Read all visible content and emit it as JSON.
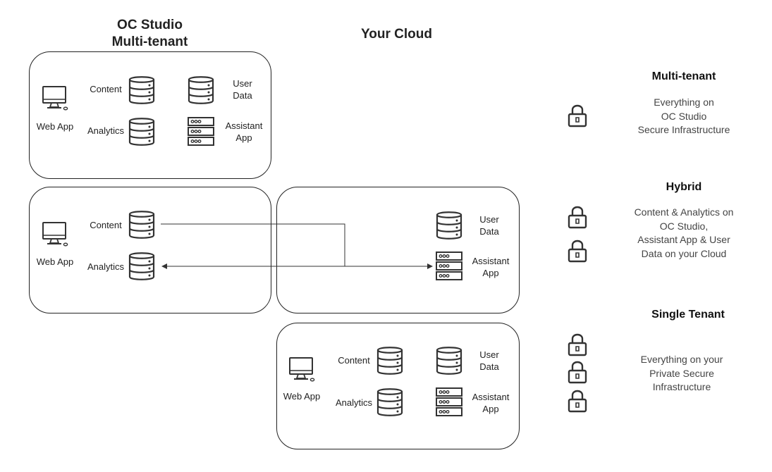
{
  "columns": {
    "oc_studio": [
      "OC Studio",
      "Multi-tenant"
    ],
    "your_cloud": "Your Cloud"
  },
  "labels": {
    "web_app": "Web App",
    "content": "Content",
    "analytics": "Analytics",
    "user_data": [
      "User",
      "Data"
    ],
    "assistant_app": [
      "Assistant",
      "App"
    ]
  },
  "options": {
    "multi_tenant": {
      "title": "Multi-tenant",
      "description": [
        "Everything on",
        "OC Studio",
        "Secure Infrastructure"
      ]
    },
    "hybrid": {
      "title": "Hybrid",
      "description": [
        "Content & Analytics on",
        "OC Studio,",
        "Assistant App & User",
        "Data on your Cloud"
      ]
    },
    "single_tenant": {
      "title": "Single Tenant",
      "description": [
        "Everything on your",
        "Private Secure",
        "Infrastructure"
      ]
    }
  },
  "icons": {
    "computer": "computer-icon",
    "database": "database-icon",
    "server": "server-icon",
    "lock": "lock-icon"
  },
  "colors": {
    "stroke": "#333333",
    "text": "#222222",
    "muted_text": "#444444"
  }
}
